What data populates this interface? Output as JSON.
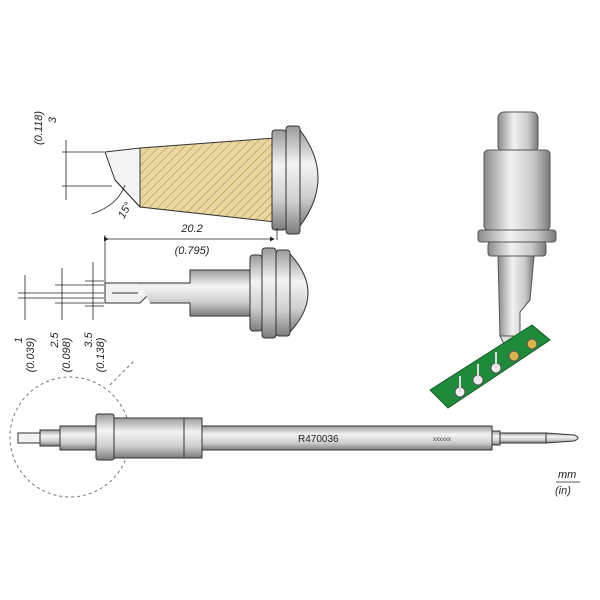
{
  "drawing": {
    "tip_height": {
      "mm": "3",
      "in": "(0.118)"
    },
    "tip_angle": "15°",
    "length": {
      "mm": "20.2",
      "in": "(0.795)"
    },
    "widths": [
      {
        "mm": "1",
        "in": "(0.039)"
      },
      {
        "mm": "2.5",
        "in": "(0.098)"
      },
      {
        "mm": "3.5",
        "in": "(0.138)"
      }
    ],
    "part_number": "R470036",
    "serial_placeholder": "xxxxxx",
    "units": {
      "mm": "mm",
      "in": "(in)"
    }
  },
  "colors": {
    "metal_light": "#e8e8e8",
    "metal_dark": "#8c8c8c",
    "hatch_fill": "#e9d6a0",
    "pcb_green": "#1f8a3a",
    "pad_gold": "#d9b44a"
  }
}
